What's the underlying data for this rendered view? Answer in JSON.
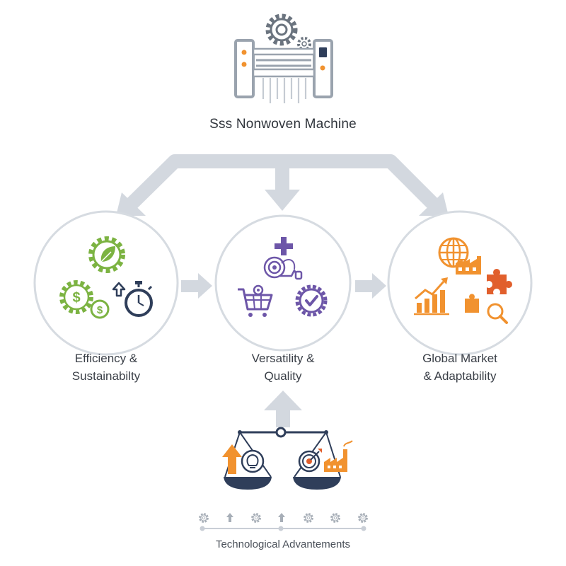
{
  "title": "Sss Nonwoven Machine",
  "nodes": [
    {
      "id": "efficiency",
      "line1": "Efficiency &",
      "line2": "Sustainabilty"
    },
    {
      "id": "versatility",
      "line1": "Versatility &",
      "line2": "Quality"
    },
    {
      "id": "global",
      "line1": "Global Market",
      "line2": "& Adaptability"
    }
  ],
  "footer": "Technological Advantements",
  "colors": {
    "arrow": "#d3d8df",
    "circle_border": "#d6dbe1",
    "green": "#7cb342",
    "navy": "#2f3e5a",
    "purple": "#6d56a8",
    "orange": "#f1922f",
    "machine_frame": "#9aa3ae",
    "gear": "#6b747f"
  },
  "icons": {
    "top": "nonwoven-machine-icon",
    "efficiency": [
      "leaf-gear-icon",
      "dollar-gear-icon",
      "dollar-coin-icon",
      "upload-arrow-icon",
      "stopwatch-icon"
    ],
    "versatility": [
      "medical-cross-icon",
      "fabric-roll-icon",
      "shopping-cart-icon",
      "quality-badge-icon"
    ],
    "global": [
      "globe-icon",
      "factory-icon",
      "puzzle-icon",
      "growth-chart-icon",
      "search-icon"
    ],
    "balance": [
      "balance-scale-icon",
      "up-arrow-icon",
      "lightbulb-icon",
      "target-icon",
      "factory-icon"
    ],
    "timeline": [
      "gear-icon",
      "up-arrow-icon",
      "gear-icon",
      "up-arrow-icon",
      "gear-icon",
      "gear-icon",
      "gear-icon"
    ]
  }
}
